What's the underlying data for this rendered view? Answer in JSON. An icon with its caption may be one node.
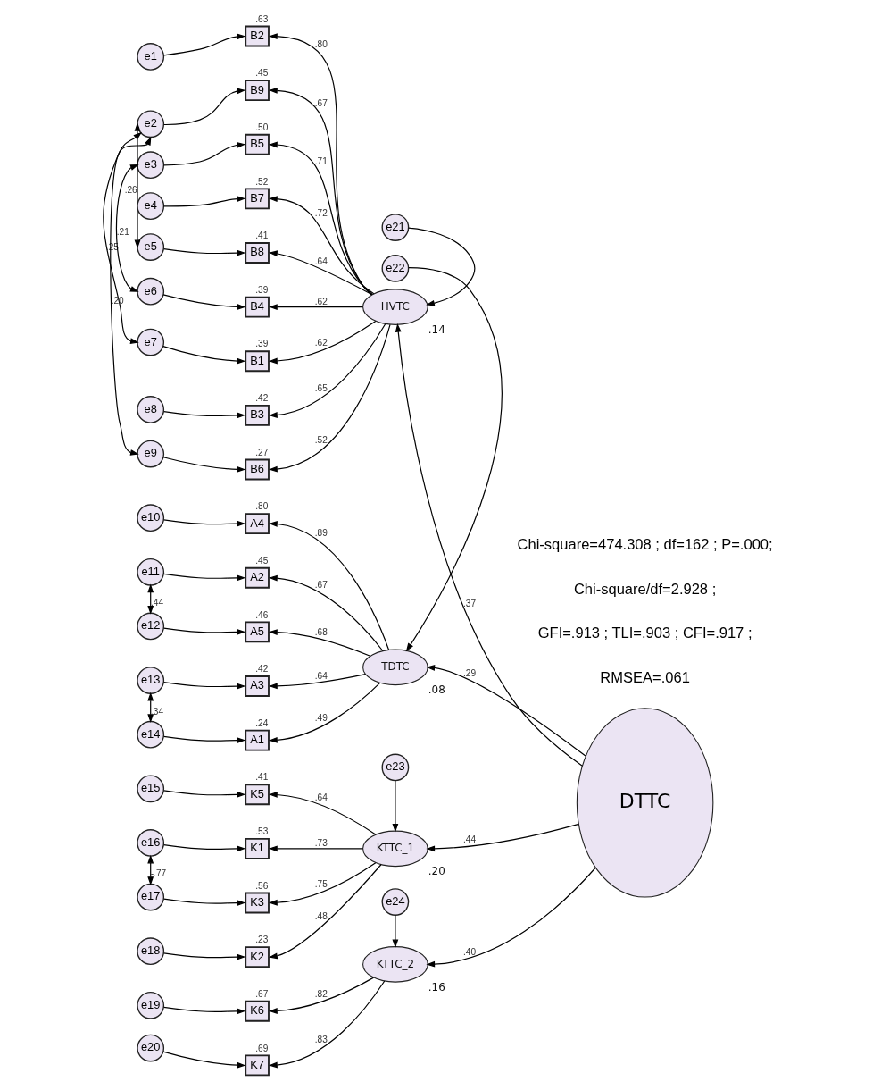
{
  "diagram": {
    "nodes": [
      {
        "text": [
          "e1"
        ]
      },
      {
        "text": [
          "e2"
        ]
      },
      {
        "text": [
          "e3"
        ]
      },
      {
        "text": [
          "e4"
        ]
      },
      {
        "text": [
          "e5"
        ]
      },
      {
        "text": [
          "e6"
        ]
      },
      {
        "text": [
          "e7"
        ]
      },
      {
        "text": [
          "e8"
        ]
      },
      {
        "text": [
          "e9"
        ]
      },
      {
        "text": [
          "e10"
        ]
      },
      {
        "text": [
          "e11"
        ]
      },
      {
        "text": [
          "e12"
        ]
      },
      {
        "text": [
          "e13"
        ]
      },
      {
        "text": [
          "e14"
        ]
      },
      {
        "text": [
          "e15"
        ]
      },
      {
        "text": [
          "e16"
        ]
      },
      {
        "text": [
          "e17"
        ]
      },
      {
        "text": [
          "e18"
        ]
      },
      {
        "text": [
          "e19"
        ]
      },
      {
        "text": [
          "e20"
        ]
      },
      {
        "text": [
          "B2"
        ],
        "beside": [
          ".63"
        ]
      },
      {
        "text": [
          "B9"
        ],
        "beside": [
          ".45"
        ]
      },
      {
        "text": [
          "B5"
        ],
        "beside": [
          ".50"
        ]
      },
      {
        "text": [
          "B7"
        ],
        "beside": [
          ".52"
        ]
      },
      {
        "text": [
          "B8"
        ],
        "beside": [
          ".41"
        ]
      },
      {
        "text": [
          "B4"
        ],
        "beside": [
          ".39"
        ]
      },
      {
        "text": [
          "B1"
        ],
        "beside": [
          ".39"
        ]
      },
      {
        "text": [
          "B3"
        ],
        "beside": [
          ".42"
        ]
      },
      {
        "text": [
          "B6"
        ],
        "beside": [
          ".27"
        ]
      },
      {
        "text": [
          "A4"
        ],
        "beside": [
          ".80"
        ]
      },
      {
        "text": [
          "A2"
        ],
        "beside": [
          ".45"
        ]
      },
      {
        "text": [
          "A5"
        ],
        "beside": [
          ".46"
        ]
      },
      {
        "text": [
          "A3"
        ],
        "beside": [
          ".42"
        ]
      },
      {
        "text": [
          "A1"
        ],
        "beside": [
          ".24"
        ]
      },
      {
        "text": [
          "K5"
        ],
        "beside": [
          ".41"
        ]
      },
      {
        "text": [
          "K1"
        ],
        "beside": [
          ".53"
        ]
      },
      {
        "text": [
          "K3"
        ],
        "beside": [
          ".56"
        ]
      },
      {
        "text": [
          "K2"
        ],
        "beside": [
          ".23"
        ]
      },
      {
        "text": [
          "K6"
        ],
        "beside": [
          ".67"
        ]
      },
      {
        "text": [
          "K7"
        ],
        "beside": [
          ".69"
        ]
      },
      {
        "text": [
          "e21"
        ]
      },
      {
        "text": [
          "e22"
        ]
      },
      {
        "text": [
          "e23"
        ]
      },
      {
        "text": [
          "e24"
        ]
      },
      {
        "text": [
          "HVTC"
        ],
        "beside": [
          ".14"
        ]
      },
      {
        "text": [
          "TDTC"
        ],
        "beside": [
          ".08"
        ]
      },
      {
        "text": [
          "KTTC_1"
        ],
        "beside": [
          ".20"
        ]
      },
      {
        "text": [
          "KTTC_2"
        ],
        "beside": [
          ".16"
        ]
      },
      {
        "text": [
          "DTTC"
        ]
      }
    ],
    "edges": [
      {
        "from": 0,
        "to": 20,
        "arrow": "to"
      },
      {
        "from": 1,
        "to": 21,
        "arrow": "to"
      },
      {
        "from": 2,
        "to": 22,
        "arrow": "to"
      },
      {
        "from": 3,
        "to": 23,
        "arrow": "to"
      },
      {
        "from": 4,
        "to": 24,
        "arrow": "to"
      },
      {
        "from": 5,
        "to": 25,
        "arrow": "to"
      },
      {
        "from": 6,
        "to": 26,
        "arrow": "to"
      },
      {
        "from": 7,
        "to": 27,
        "arrow": "to"
      },
      {
        "from": 8,
        "to": 28,
        "arrow": "to"
      },
      {
        "from": 9,
        "to": 29,
        "arrow": "to"
      },
      {
        "from": 10,
        "to": 30,
        "arrow": "to"
      },
      {
        "from": 11,
        "to": 31,
        "arrow": "to"
      },
      {
        "from": 12,
        "to": 32,
        "arrow": "to"
      },
      {
        "from": 13,
        "to": 33,
        "arrow": "to"
      },
      {
        "from": 14,
        "to": 34,
        "arrow": "to"
      },
      {
        "from": 15,
        "to": 35,
        "arrow": "to"
      },
      {
        "from": 16,
        "to": 36,
        "arrow": "to"
      },
      {
        "from": 17,
        "to": 37,
        "arrow": "to"
      },
      {
        "from": 18,
        "to": 38,
        "arrow": "to"
      },
      {
        "from": 19,
        "to": 39,
        "arrow": "to"
      },
      {
        "from": 1,
        "to": 4,
        "arrow": "both",
        "label": ".26"
      },
      {
        "from": 2,
        "to": 5,
        "arrow": "both",
        "label": ".21"
      },
      {
        "from": 1,
        "to": 6,
        "arrow": "both",
        "label": ".25"
      },
      {
        "from": 1,
        "to": 8,
        "arrow": "both",
        "label": ".20"
      },
      {
        "from": 10,
        "to": 11,
        "arrow": "both",
        "label": ".44"
      },
      {
        "from": 12,
        "to": 13,
        "arrow": "both",
        "label": ".34"
      },
      {
        "from": 15,
        "to": 16,
        "arrow": "both",
        "label": "-.77"
      },
      {
        "from": 44,
        "to": 20,
        "arrow": "to",
        "label": ".80"
      },
      {
        "from": 44,
        "to": 21,
        "arrow": "to",
        "label": ".67"
      },
      {
        "from": 44,
        "to": 22,
        "arrow": "to",
        "label": ".71"
      },
      {
        "from": 44,
        "to": 23,
        "arrow": "to",
        "label": ".72"
      },
      {
        "from": 44,
        "to": 24,
        "arrow": "to",
        "label": ".64"
      },
      {
        "from": 44,
        "to": 25,
        "arrow": "to",
        "label": ".62"
      },
      {
        "from": 44,
        "to": 26,
        "arrow": "to",
        "label": ".62"
      },
      {
        "from": 44,
        "to": 27,
        "arrow": "to",
        "label": ".65"
      },
      {
        "from": 44,
        "to": 28,
        "arrow": "to",
        "label": ".52"
      },
      {
        "from": 45,
        "to": 29,
        "arrow": "to",
        "label": ".89"
      },
      {
        "from": 45,
        "to": 30,
        "arrow": "to",
        "label": ".67"
      },
      {
        "from": 45,
        "to": 31,
        "arrow": "to",
        "label": ".68"
      },
      {
        "from": 45,
        "to": 32,
        "arrow": "to",
        "label": ".64"
      },
      {
        "from": 45,
        "to": 33,
        "arrow": "to",
        "label": ".49"
      },
      {
        "from": 46,
        "to": 34,
        "arrow": "to",
        "label": ".64"
      },
      {
        "from": 46,
        "to": 35,
        "arrow": "to",
        "label": ".73"
      },
      {
        "from": 46,
        "to": 36,
        "arrow": "to",
        "label": ".75"
      },
      {
        "from": 46,
        "to": 37,
        "arrow": "to",
        "label": ".48"
      },
      {
        "from": 47,
        "to": 38,
        "arrow": "to",
        "label": ".82"
      },
      {
        "from": 47,
        "to": 39,
        "arrow": "to",
        "label": ".83"
      },
      {
        "from": 40,
        "to": 44,
        "arrow": "to"
      },
      {
        "from": 41,
        "to": 45,
        "arrow": "to"
      },
      {
        "from": 42,
        "to": 46,
        "arrow": "to"
      },
      {
        "from": 43,
        "to": 47,
        "arrow": "to"
      },
      {
        "from": 48,
        "to": 44,
        "arrow": "to",
        "label": ".37"
      },
      {
        "from": 48,
        "to": 45,
        "arrow": "to",
        "label": ".29"
      },
      {
        "from": 48,
        "to": 46,
        "arrow": "to",
        "label": ".44"
      },
      {
        "from": 48,
        "to": 47,
        "arrow": "to",
        "label": ".40"
      }
    ],
    "labels": [
      "Chi-square=474.308 ; df=162 ; P=.000;",
      "Chi-square/df=2.928 ;",
      "GFI=.913 ; TLI=.903 ; CFI=.917 ;",
      "RMSEA=.061"
    ]
  }
}
